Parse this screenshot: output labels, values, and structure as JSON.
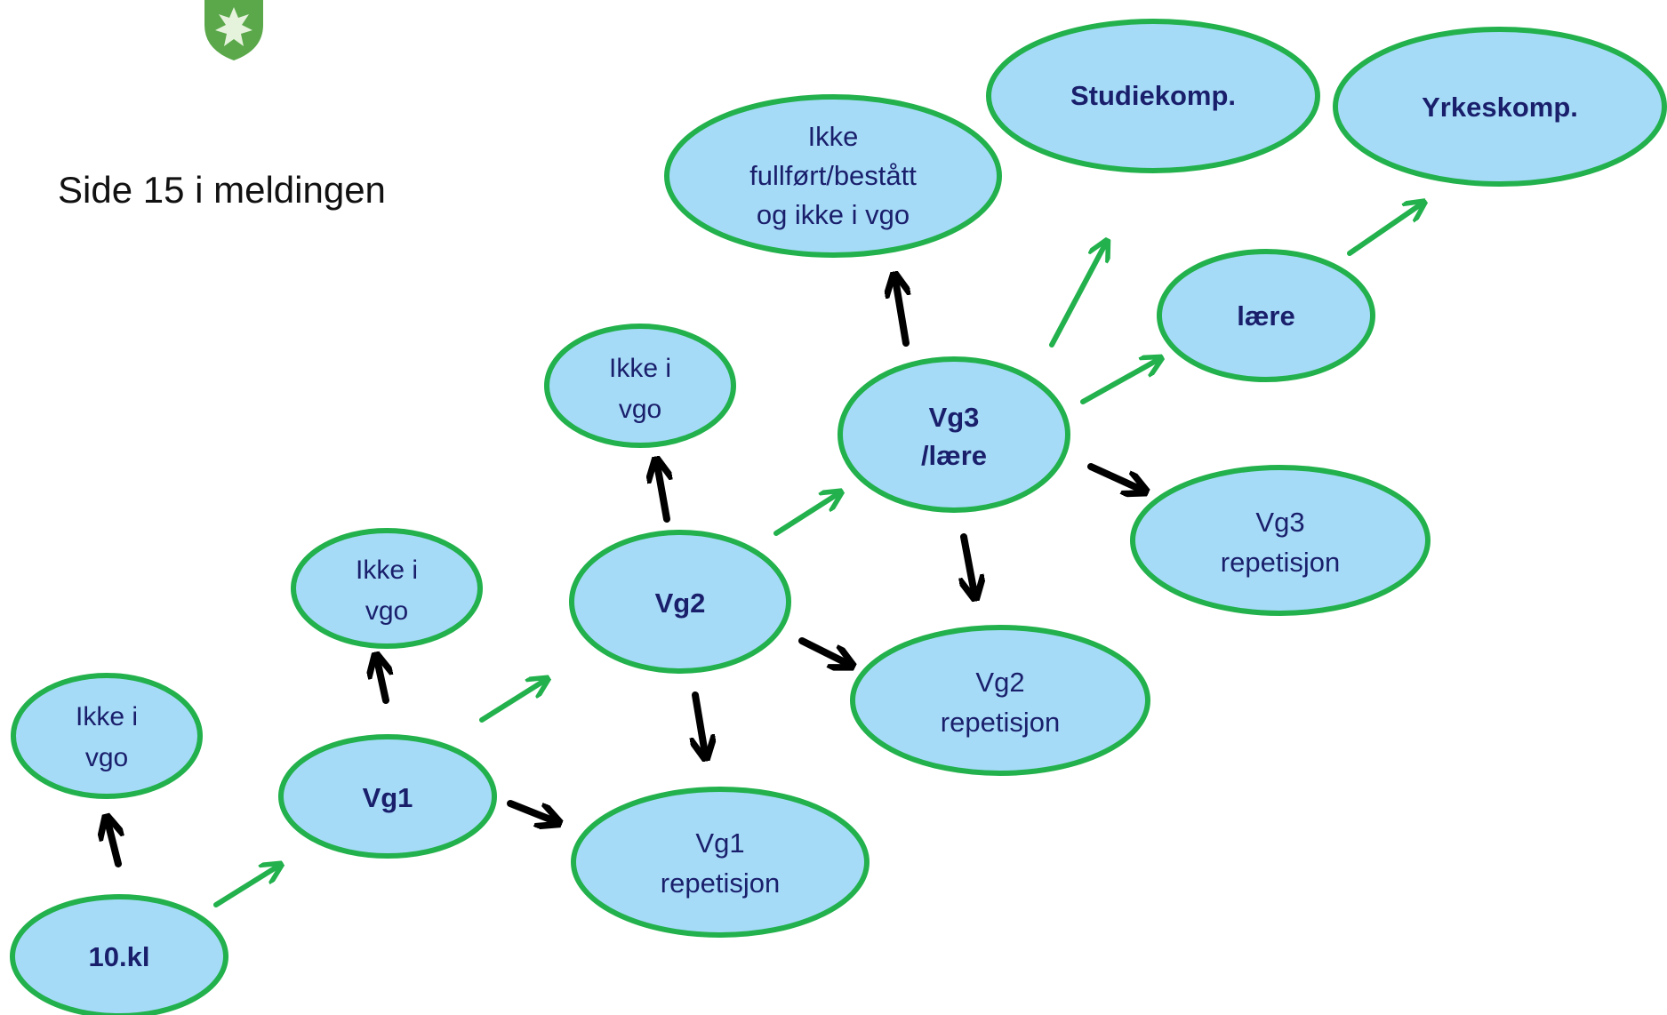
{
  "page_note": "Side 15 i meldingen",
  "logo": {
    "icon": "coat-of-arms-icon",
    "color": "#5aa84a"
  },
  "colors": {
    "node_fill": "#a6dbf8",
    "node_stroke": "#22b14c",
    "progress_arrow": "#22b14c",
    "other_arrow": "#000000",
    "label": "#1a1f6b"
  },
  "nodes": {
    "kl10": {
      "lines": [
        "10.kl"
      ]
    },
    "ikke_vgo_1": {
      "lines": [
        "Ikke i",
        "vgo"
      ]
    },
    "vg1": {
      "lines": [
        "Vg1"
      ]
    },
    "ikke_vgo_2": {
      "lines": [
        "Ikke i",
        "vgo"
      ]
    },
    "vg1_rep": {
      "lines": [
        "Vg1",
        "repetisjon"
      ]
    },
    "vg2": {
      "lines": [
        "Vg2"
      ]
    },
    "ikke_vgo_3": {
      "lines": [
        "Ikke i",
        "vgo"
      ]
    },
    "vg2_rep": {
      "lines": [
        "Vg2",
        "repetisjon"
      ]
    },
    "vg3": {
      "lines": [
        "Vg3",
        "/lære"
      ]
    },
    "ikke_fullfort": {
      "lines": [
        "Ikke",
        "fullført/bestått",
        "og ikke i vgo"
      ]
    },
    "vg3_rep": {
      "lines": [
        "Vg3",
        "repetisjon"
      ]
    },
    "laere": {
      "lines": [
        "lære"
      ]
    },
    "studiekomp": {
      "lines": [
        "Studiekomp."
      ]
    },
    "yrkeskomp": {
      "lines": [
        "Yrkeskomp."
      ]
    }
  }
}
